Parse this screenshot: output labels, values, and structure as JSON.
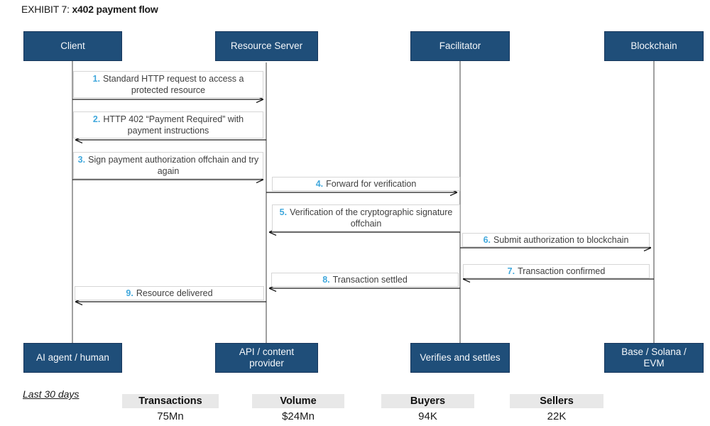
{
  "title": {
    "prefix": "EXHIBIT 7: ",
    "name": "x402 payment flow"
  },
  "actors": [
    {
      "label": "Client",
      "role": "AI agent / human"
    },
    {
      "label": "Resource Server",
      "role": "API / content provider"
    },
    {
      "label": "Facilitator",
      "role": "Verifies and settles"
    },
    {
      "label": "Blockchain",
      "role": "Base / Solana / EVM"
    }
  ],
  "messages": [
    {
      "num": "1.",
      "text": "Standard HTTP request to access a protected resource",
      "from": "Client",
      "to": "Resource Server"
    },
    {
      "num": "2.",
      "text": "HTTP 402 “Payment Required” with payment instructions",
      "from": "Resource Server",
      "to": "Client"
    },
    {
      "num": "3.",
      "text": "Sign payment authorization offchain and try again",
      "from": "Client",
      "to": "Resource Server"
    },
    {
      "num": "4.",
      "text": "Forward for verification",
      "from": "Resource Server",
      "to": "Facilitator"
    },
    {
      "num": "5.",
      "text": "Verification of the cryptographic signature offchain",
      "from": "Facilitator",
      "to": "Resource Server"
    },
    {
      "num": "6.",
      "text": "Submit authorization to blockchain",
      "from": "Facilitator",
      "to": "Blockchain"
    },
    {
      "num": "7.",
      "text": "Transaction confirmed",
      "from": "Blockchain",
      "to": "Facilitator"
    },
    {
      "num": "8.",
      "text": "Transaction settled",
      "from": "Facilitator",
      "to": "Resource Server"
    },
    {
      "num": "9.",
      "text": "Resource delivered",
      "from": "Resource Server",
      "to": "Client"
    }
  ],
  "stats": {
    "period": "Last 30 days",
    "items": [
      {
        "label": "Transactions",
        "value": "75Mn"
      },
      {
        "label": "Volume",
        "value": "$24Mn"
      },
      {
        "label": "Buyers",
        "value": "94K"
      },
      {
        "label": "Sellers",
        "value": "22K"
      }
    ]
  },
  "colors": {
    "actor_box": "#1F4E79",
    "message_number": "#41A8DC",
    "stat_header_bg": "#E8E8E8"
  }
}
